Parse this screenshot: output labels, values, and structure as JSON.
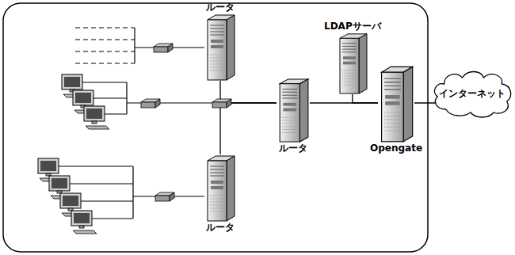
{
  "diagram": {
    "nodes": [
      {
        "text": [
          "ルータ"
        ]
      },
      {
        "text": [
          "LDAPサーバ"
        ]
      },
      {
        "text": [
          "ルータ"
        ]
      },
      {
        "text": [
          "Opengate"
        ]
      },
      {
        "text": [
          "インターネット"
        ]
      },
      {
        "text": [
          "ルータ"
        ]
      }
    ],
    "edges": [
      {
        "from": 0,
        "to": 2,
        "arrow": "none"
      },
      {
        "from": 5,
        "to": 2,
        "arrow": "none"
      },
      {
        "from": 2,
        "to": 3,
        "arrow": "none"
      },
      {
        "from": 1,
        "to": 3,
        "arrow": "none"
      },
      {
        "from": 3,
        "to": 4,
        "arrow": "none"
      }
    ]
  }
}
